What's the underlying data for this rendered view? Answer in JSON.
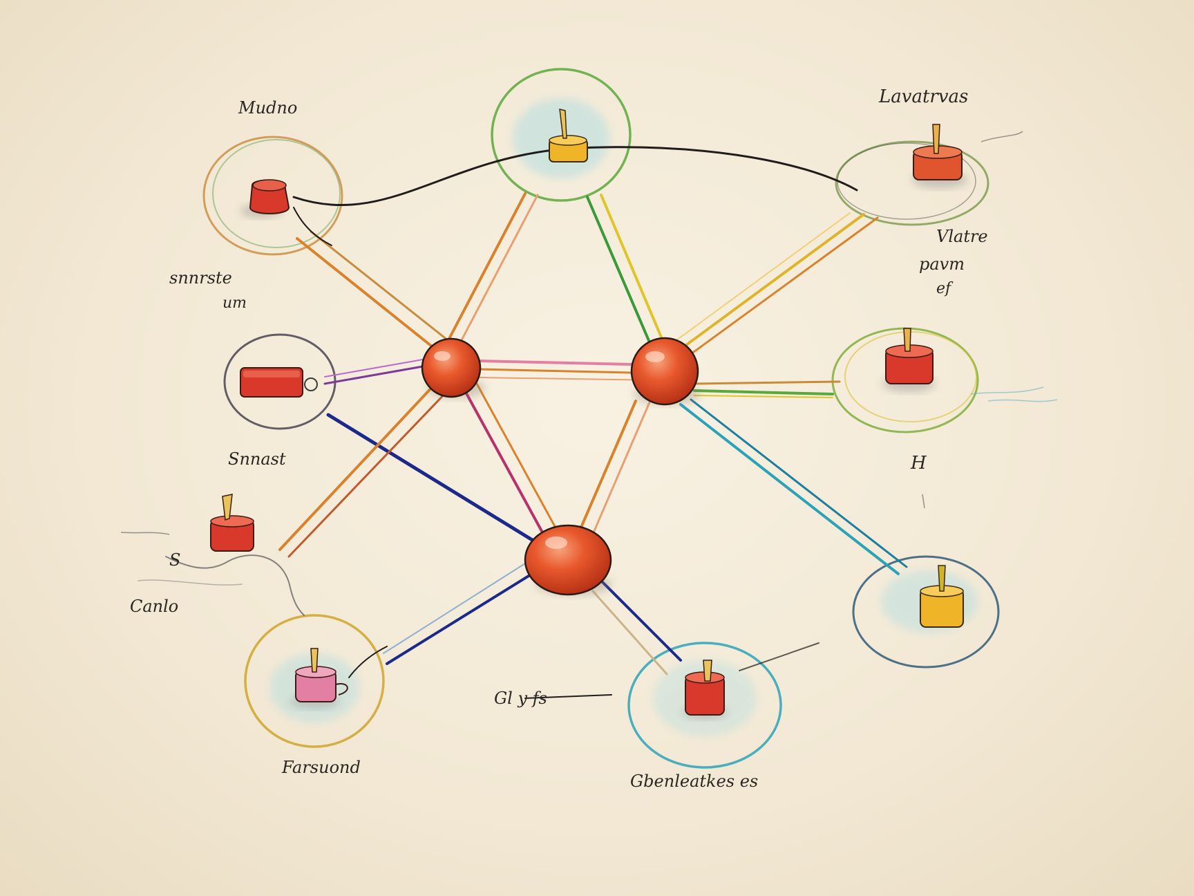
{
  "diagram": {
    "labels": {
      "top_left": "Mudno",
      "top_right": "Lavatrvas",
      "left_upper_1": "snnrste",
      "left_upper_2": "um",
      "right_upper_1": "Vlatre",
      "right_upper_2": "pavm",
      "right_upper_3": "ef",
      "left_mid": "Snnast",
      "right_mid": "H",
      "left_lower_1": "S",
      "left_lower_2": "Canlo",
      "bottom_mid": "Gl y fs",
      "bottom_left": "Farsuond",
      "bottom_right": "Gbenleatkes es"
    },
    "colors": {
      "paper": "#f3ead8",
      "hub": "#e4572e",
      "node_red": "#d8392b",
      "node_yellow": "#f0b429",
      "node_pink": "#e27fa3",
      "ink": "#1f1c1a",
      "link_navy": "#1b2a8a",
      "link_teal": "#2aa3b8",
      "link_green": "#5aa83a",
      "link_orange": "#d9822b"
    }
  }
}
